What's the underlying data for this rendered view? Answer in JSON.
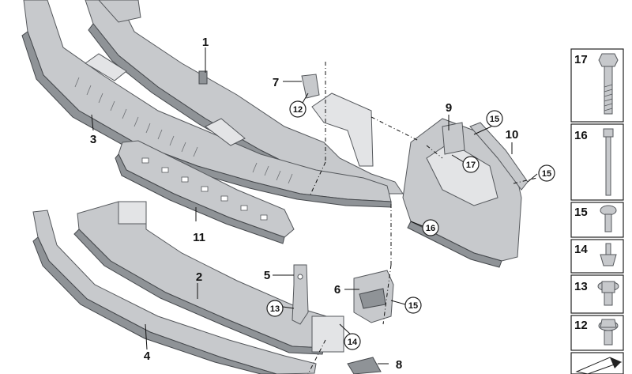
{
  "callouts": [
    "1",
    "2",
    "3",
    "4",
    "5",
    "6",
    "7",
    "8",
    "9",
    "10",
    "11",
    "12",
    "13",
    "14",
    "15",
    "16",
    "17"
  ],
  "sidebar": [
    "17",
    "16",
    "15",
    "14",
    "13",
    "12"
  ],
  "colors": {
    "part": "#c7c9cc",
    "part_dark": "#8f9397",
    "outline": "#55585c",
    "background": "#ffffff"
  }
}
